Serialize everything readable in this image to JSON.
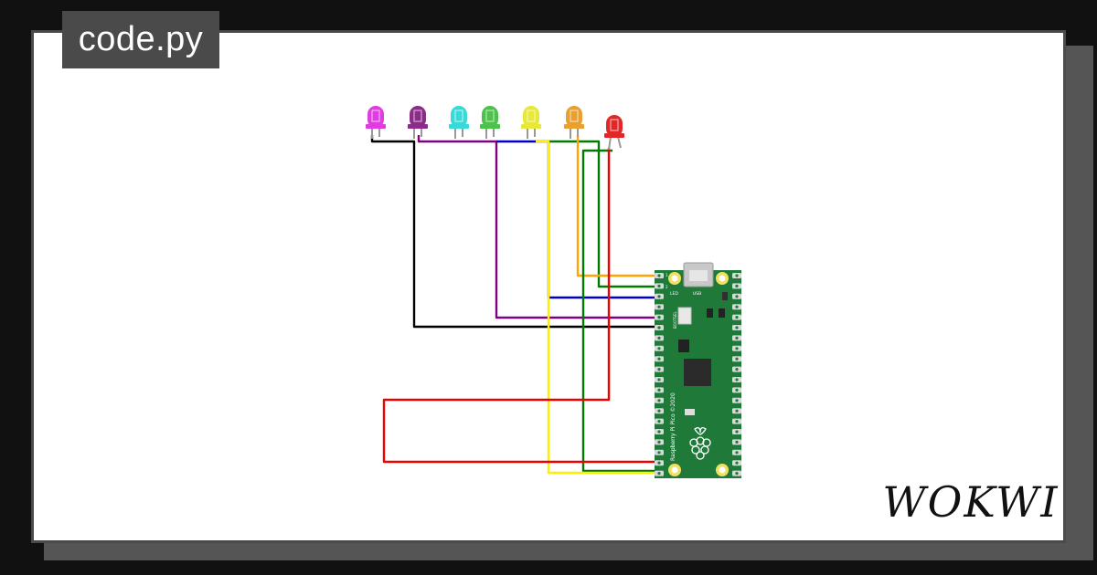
{
  "editor": {
    "file_name": "code.py"
  },
  "brand": {
    "logo_text": "WOKWI"
  },
  "board": {
    "name_label": "Raspberry Pi Pico ©2020",
    "usb_label": "USB",
    "led_label": "LED",
    "bootsel_label": "BOOTSEL",
    "pin1_label": "1",
    "pin2_label": "2"
  },
  "components": {
    "leds": [
      {
        "name": "led-magenta",
        "color": "#e03de0"
      },
      {
        "name": "led-purple",
        "color": "#8b2c8b"
      },
      {
        "name": "led-cyan",
        "color": "#38d9d9"
      },
      {
        "name": "led-green",
        "color": "#4cc24c"
      },
      {
        "name": "led-yellow",
        "color": "#e8e838"
      },
      {
        "name": "led-orange",
        "color": "#e8a030"
      },
      {
        "name": "led-red",
        "color": "#e02828"
      }
    ]
  },
  "colors": {
    "board_green": "#1f7a3a",
    "wire_black": "#000000",
    "wire_purple": "#800080",
    "wire_blue": "#0000cc",
    "wire_green": "#007a00",
    "wire_orange": "#ffa500",
    "wire_yellow": "#ffee00",
    "wire_red": "#ee0000"
  }
}
